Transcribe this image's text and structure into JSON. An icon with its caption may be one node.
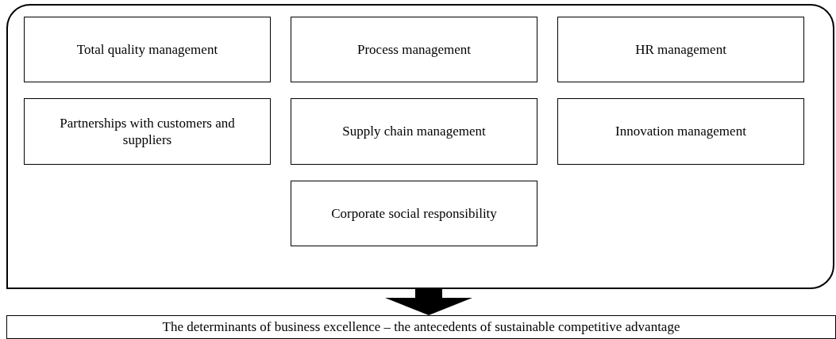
{
  "diagram": {
    "nodes": [
      {
        "text": [],
        "shape": "box"
      },
      {
        "text": [
          "Total quality management"
        ],
        "in": 0
      },
      {
        "text": [
          "Process management"
        ],
        "in": 0
      },
      {
        "text": [
          "HR management"
        ],
        "in": 0
      },
      {
        "text": [
          "Partnerships with customers and suppliers"
        ],
        "in": 0
      },
      {
        "text": [
          "Supply chain management"
        ],
        "in": 0
      },
      {
        "text": [
          "Innovation management"
        ],
        "in": 0
      },
      {
        "text": [
          "Corporate social responsibility"
        ],
        "in": 0
      },
      {
        "text": [
          "The determinants of business excellence – the antecedents of sustainable competitive advantage"
        ]
      }
    ],
    "edges": [
      {
        "from": 0,
        "to": 8,
        "arrow": "to",
        "style": "thick"
      }
    ]
  }
}
